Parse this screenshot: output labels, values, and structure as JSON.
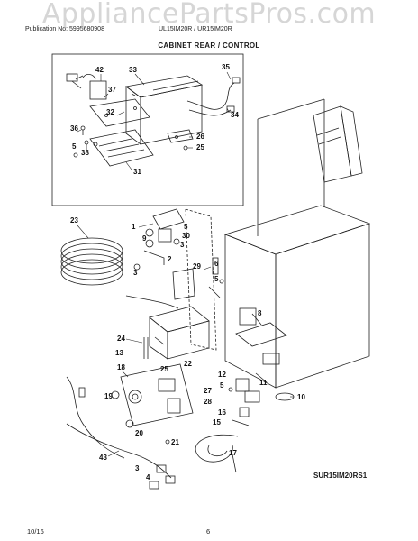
{
  "watermark": "AppliancePartsPros.com",
  "header": {
    "publication": "Publication No: 5995680908",
    "models": "UL15IM20R / UR15IM20R",
    "section_title": "CABINET REAR / CONTROL"
  },
  "footer": {
    "date": "10/16",
    "page": "6"
  },
  "diagram_code": "SUR15IM20RS1",
  "callouts": [
    "42",
    "33",
    "35",
    "37",
    "32",
    "34",
    "36",
    "26",
    "5",
    "38",
    "25",
    "31",
    "23",
    "1",
    "9",
    "5",
    "30",
    "3",
    "2",
    "3",
    "29",
    "6",
    "5",
    "8",
    "24",
    "22",
    "25",
    "13",
    "18",
    "19",
    "12",
    "5",
    "27",
    "28",
    "11",
    "10",
    "16",
    "15",
    "20",
    "21",
    "17",
    "43",
    "3",
    "4"
  ]
}
